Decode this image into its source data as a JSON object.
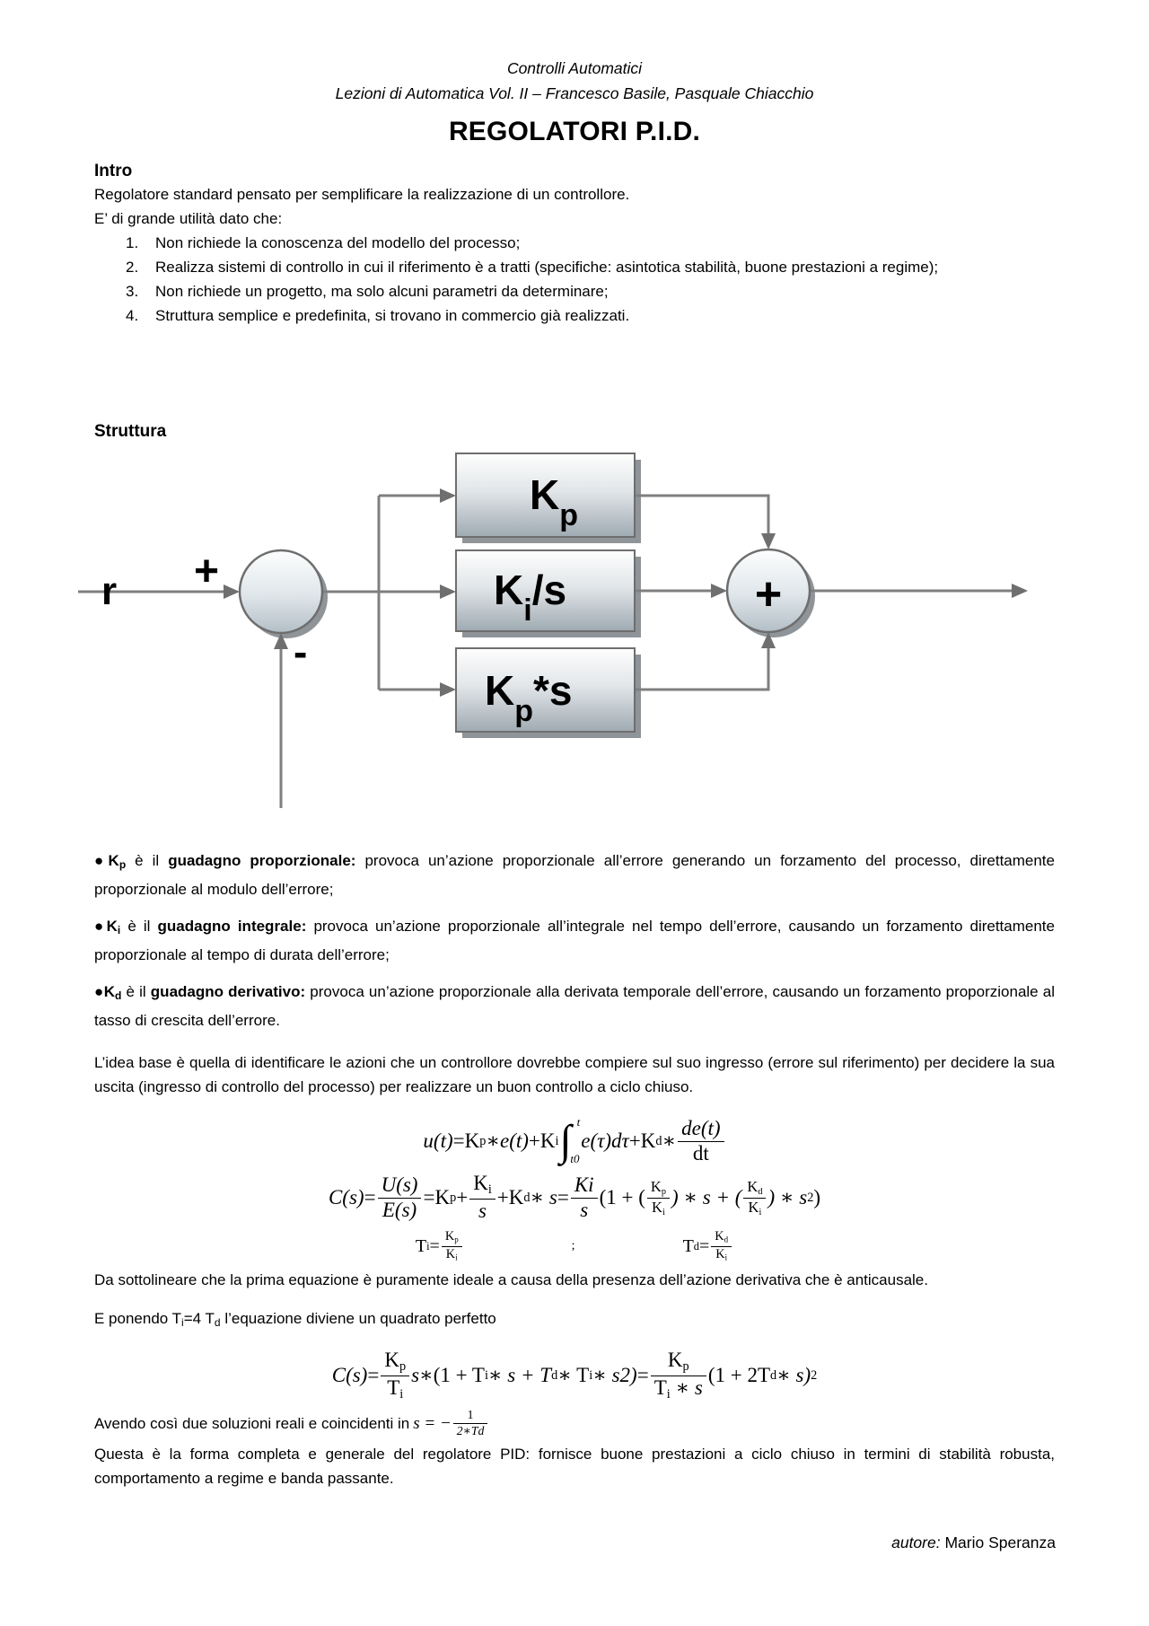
{
  "header": {
    "line1": "Controlli Automatici",
    "line2": "Lezioni di Automatica Vol. II – Francesco Basile, Pasquale Chiacchio"
  },
  "title": "REGOLATORI P.I.D.",
  "intro": {
    "heading": "Intro",
    "p1": "Regolatore standard pensato per semplificare la realizzazione di un controllore.",
    "p2": "E’ di grande utilità dato che:",
    "items": [
      {
        "num": "1.",
        "text": "Non richiede la conoscenza del modello del processo;"
      },
      {
        "num": "2.",
        "text": "Realizza sistemi di controllo in cui il riferimento è a tratti (specifiche: asintotica stabilità, buone prestazioni a regime);"
      },
      {
        "num": "3.",
        "text": "Non richiede un progetto, ma solo alcuni parametri da determinare;"
      },
      {
        "num": "4.",
        "text": "Struttura semplice e predefinita, si trovano in commercio già realizzati."
      }
    ]
  },
  "struttura": {
    "heading": "Struttura"
  },
  "diagram": {
    "input_label": "r",
    "input_sign": "+",
    "feedback_sign": "-",
    "sum_sign": "+",
    "blocks": [
      {
        "main": "K",
        "sub": "p",
        "suffix": ""
      },
      {
        "main": "K",
        "sub": "i",
        "suffix": "/s"
      },
      {
        "main": "K",
        "sub": "p",
        "suffix": "*s"
      }
    ]
  },
  "gains": [
    {
      "bullet": "●K",
      "sub": "p",
      "pre": " è il ",
      "bold": "guadagno proporzionale",
      "colon": ":",
      "rest": " provoca un’azione proporzionale all’errore generando un forzamento del processo, direttamente proporzionale al modulo dell’errore;"
    },
    {
      "bullet": "●K",
      "sub": "i",
      "pre": " è il ",
      "bold": "guadagno integrale",
      "colon": ":",
      "rest": " provoca un’azione proporzionale all’integrale nel tempo dell’errore, causando un forzamento direttamente proporzionale al tempo di durata dell’errore;"
    },
    {
      "bullet": "●K",
      "sub": "d",
      "pre": " è il ",
      "bold": "guadagno derivativo",
      "colon": ":",
      "rest": " provoca un’azione proporzionale alla derivata temporale dell’errore, causando un forzamento proporzionale al tasso di crescita dell’errore."
    }
  ],
  "idea": "L’idea base è quella di identificare le azioni che un controllore dovrebbe compiere sul suo ingresso (errore sul riferimento) per decidere la sua uscita (ingresso di controllo del processo) per realizzare un buon controllo a ciclo chiuso.",
  "math": {
    "u_eq": {
      "lhs": "u(t)",
      "eq": " = ",
      "k1": "K",
      "k1s": "p",
      "op1": " ∗ ",
      "et": "e(t)",
      "plus1": " + ",
      "k2": "K",
      "k2s": "i",
      "int": "∫",
      "itop": "t",
      "ibot": "t0",
      "integrand": "e(τ)dτ",
      "plus2": " + ",
      "k3": "K",
      "k3s": "d",
      "op2": " ∗ ",
      "fn": "de(t)",
      "fd": "dt"
    },
    "c_eq": {
      "c": "C(s)",
      "e1": " = ",
      "f1n": "U(s)",
      "f1d": "E(s)",
      "e2": " =  ",
      "k1": "K",
      "k1s": "p",
      "p1": " + ",
      "f2n": "K",
      "f2ns": "i",
      "f2d": "s",
      "p2": " + ",
      "k2": "K",
      "k2s": "d",
      "p3": " ∗ s",
      "e3": " = ",
      "f3n": "Ki",
      "f3d": "s",
      "p4": "(1 + (",
      "f4n": "K",
      "f4ns": "p",
      "f4d": "K",
      "f4ds": "i",
      "p5": ") ∗ s + (",
      "f5n": "K",
      "f5ns": "d",
      "f5d": "K",
      "f5ds": "i",
      "p6": ") ∗ s",
      "sup": "2",
      "p7": " )"
    },
    "titd": {
      "t1": "T",
      "t1s": "i",
      "e1": " = ",
      "f1n": "K",
      "f1ns": "p",
      "f1d": "K",
      "f1ds": "i",
      "sep": ";",
      "t2": "T",
      "t2s": "d",
      "e2": " = ",
      "f2n": "K",
      "f2ns": "d",
      "f2d": "K",
      "f2ds": "i"
    },
    "quad": {
      "c": "C(s)",
      "e1": " = ",
      "f1n": "K",
      "f1ns": "p",
      "f1d": "T",
      "f1ds": "i",
      "m0": "s",
      "op0": " ∗ ",
      "m1": "(1 + T",
      "m1s": "i",
      "m2": " ∗ s + T",
      "m2s": "d",
      "m3": " ∗ T",
      "m3s": "i",
      "m4": " ∗ s2)",
      "e2": " = ",
      "f2n": "K",
      "f2ns": "p",
      "f2d1": "T",
      "f2ds": "i",
      "f2d2": " ∗ s",
      "m5": "(1 + 2T",
      "m5s": "d",
      "m6": " ∗ s)",
      "sup": "2"
    },
    "avendo": {
      "pre": "Avendo così due soluzioni reali e coincidenti in ",
      "mid": "s = −",
      "fn": "1",
      "fd": "2∗Td"
    }
  },
  "note1": "Da sottolineare che la prima equazione è puramente ideale a causa della presenza dell’azione derivativa che è anticausale.",
  "ponendo": {
    "pre": "E ponendo T",
    "s1": "i",
    "mid": "=4 T",
    "s2": "d",
    "post": " l’equazione diviene un quadrato perfetto"
  },
  "closing": "Questa è la forma completa e generale del regolatore PID: fornisce buone prestazioni a ciclo chiuso in termini di stabilità robusta, comportamento a regime e banda passante.",
  "footer": {
    "label": "autore:",
    "name": " Mario Speranza"
  }
}
